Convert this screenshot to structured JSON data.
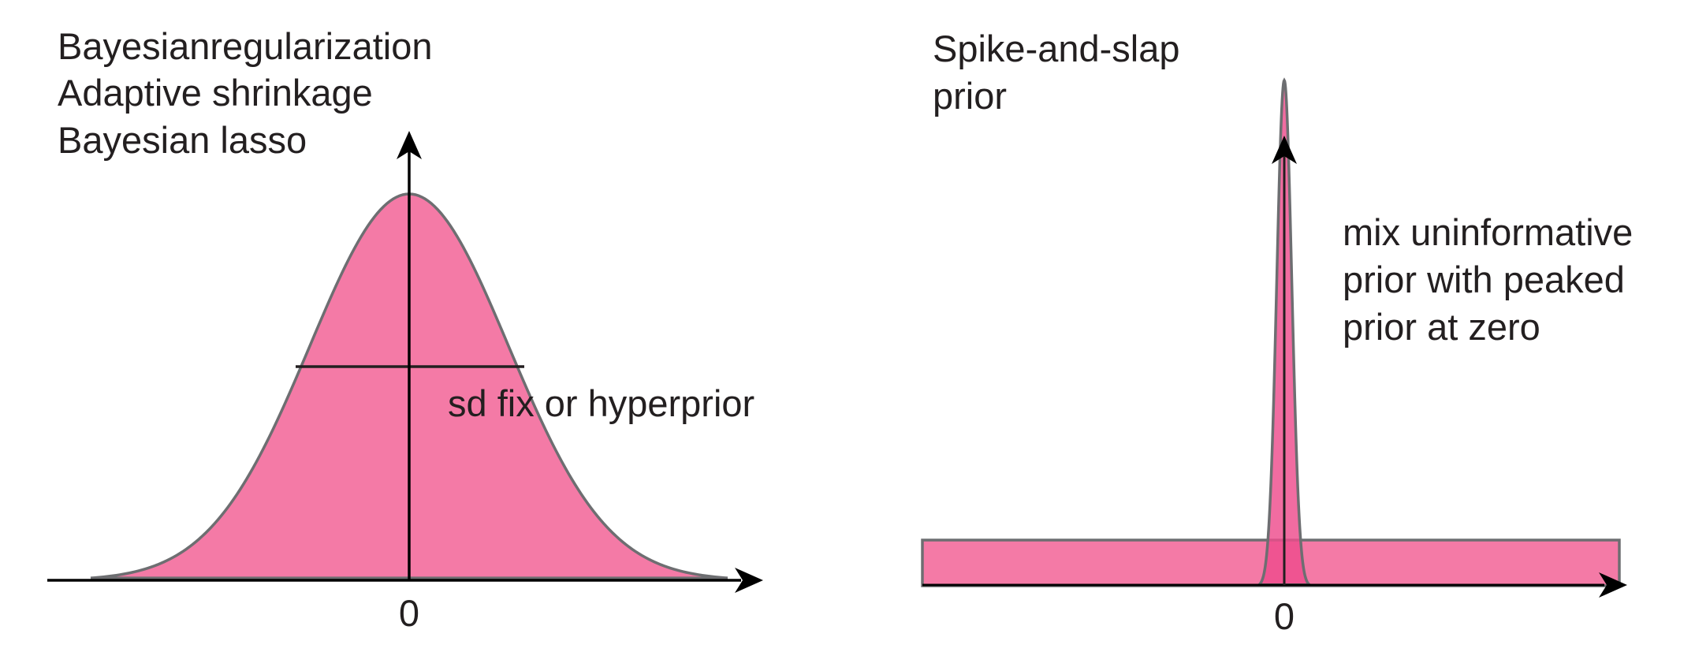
{
  "left_panel": {
    "title_lines": [
      "Bayesianregularization",
      "Adaptive shrinkage",
      "Bayesian lasso"
    ],
    "annotation": "sd fix or hyperprior",
    "x_tick": "0"
  },
  "right_panel": {
    "title_lines": [
      "Spike-and-slap",
      "prior"
    ],
    "annotation_lines": [
      "mix uninformative",
      "prior with peaked",
      "prior at zero"
    ],
    "x_tick": "0"
  },
  "colors": {
    "fill_pink": "#f47aa6",
    "spike_pink": "#ee4c8c",
    "outline_gray": "#6d6e71",
    "axis_black": "#000000",
    "text": "#231f20"
  },
  "icons": [
    "arrow-up-icon",
    "arrow-right-icon"
  ]
}
